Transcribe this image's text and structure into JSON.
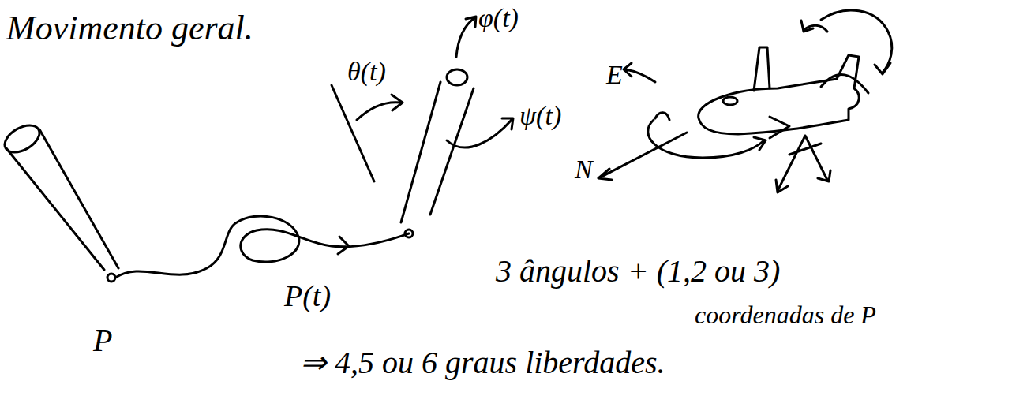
{
  "diagram": {
    "title": "Movimento geral.",
    "labels": [
      "θ(t)",
      "φ(t)",
      "ψ(t)",
      "E",
      "N",
      "P",
      "P(t)",
      "3 ângulos + (1,2 ou 3)",
      "coordenadas de P",
      "⇒ 4,5 ou 6 graus liberdades."
    ]
  }
}
